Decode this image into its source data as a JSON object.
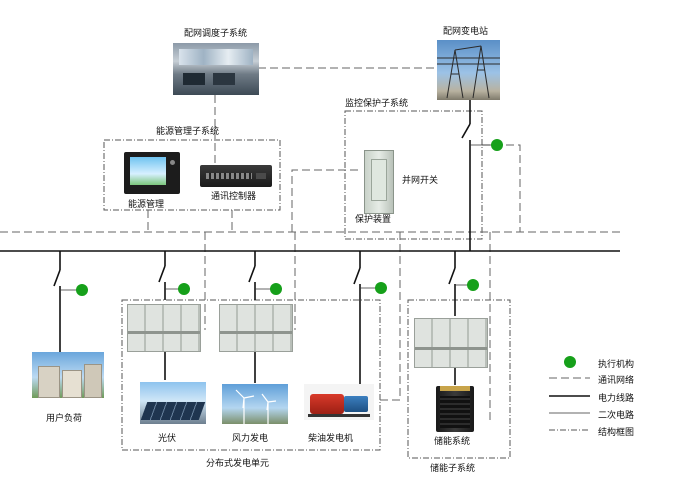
{
  "nodes": {
    "dispatch": "配网调度子系统",
    "substation": "配网变电站",
    "monitor": "监控保护子系统",
    "energy_mgmt_sub": "能源管理子系统",
    "energy_mgmt": "能源管理",
    "comm_controller": "通讯控制器",
    "grid_switch": "并网开关",
    "protection": "保护装置",
    "user_load": "用户负荷",
    "pv": "光伏",
    "wind": "风力发电",
    "diesel": "柴油发电机",
    "dg_unit": "分布式发电单元",
    "storage": "储能系统",
    "storage_sub": "储能子系统"
  },
  "legend": [
    {
      "key": "actuator",
      "label": "执行机构",
      "color": "#16a01a"
    },
    {
      "key": "comm",
      "label": "通讯网络"
    },
    {
      "key": "power",
      "label": "电力线路"
    },
    {
      "key": "secondary",
      "label": "二次电路"
    },
    {
      "key": "frame",
      "label": "结构框图"
    }
  ]
}
